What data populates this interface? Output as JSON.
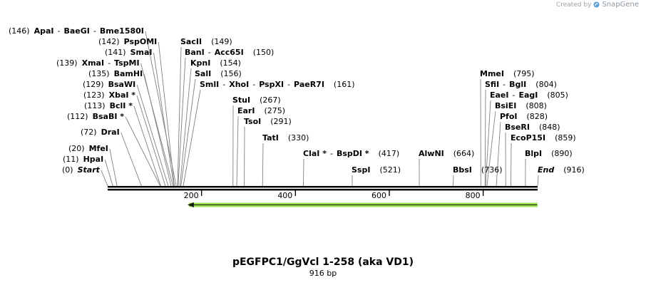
{
  "credit": {
    "prefix": "Created by",
    "brand": "SnapGene",
    "logo_icon": "snapgene-logo-icon"
  },
  "map": {
    "name": "pEGFPC1/GgVcl 1-258 (aka VD1)",
    "length_label": "916 bp",
    "length": 916,
    "ticks": [
      {
        "pos": 200,
        "label": "200"
      },
      {
        "pos": 400,
        "label": "400"
      },
      {
        "pos": 600,
        "label": "600"
      },
      {
        "pos": 800,
        "label": "800"
      }
    ],
    "feature": {
      "start": 170,
      "end": 916,
      "direction": "reverse",
      "color": "#9be04a"
    },
    "sites": [
      {
        "pos": 146,
        "pos_label": "(146)",
        "names": [
          "ApaI",
          "BaeGI",
          "Bme1580I"
        ],
        "side": "left"
      },
      {
        "pos": 142,
        "pos_label": "(142)",
        "names": [
          "PspOMI"
        ],
        "side": "left"
      },
      {
        "pos": 141,
        "pos_label": "(141)",
        "names": [
          "SmaI"
        ],
        "side": "left"
      },
      {
        "pos": 139,
        "pos_label": "(139)",
        "names": [
          "XmaI",
          "TspMI"
        ],
        "side": "left"
      },
      {
        "pos": 135,
        "pos_label": "(135)",
        "names": [
          "BamHI"
        ],
        "side": "left"
      },
      {
        "pos": 129,
        "pos_label": "(129)",
        "names": [
          "BsaWI"
        ],
        "side": "left"
      },
      {
        "pos": 123,
        "pos_label": "(123)",
        "names": [
          "XbaI *"
        ],
        "side": "left"
      },
      {
        "pos": 113,
        "pos_label": "(113)",
        "names": [
          "BclI *"
        ],
        "side": "left"
      },
      {
        "pos": 112,
        "pos_label": "(112)",
        "names": [
          "BsaBI *"
        ],
        "side": "left"
      },
      {
        "pos": 72,
        "pos_label": "(72)",
        "names": [
          "DraI"
        ],
        "side": "left"
      },
      {
        "pos": 20,
        "pos_label": "(20)",
        "names": [
          "MfeI"
        ],
        "side": "left"
      },
      {
        "pos": 11,
        "pos_label": "(11)",
        "names": [
          "HpaI"
        ],
        "side": "left"
      },
      {
        "pos": 0,
        "pos_label": "(0)",
        "names": [
          "Start"
        ],
        "side": "left",
        "italic": true
      },
      {
        "pos": 149,
        "pos_label": "(149)",
        "names": [
          "SacII"
        ],
        "side": "right"
      },
      {
        "pos": 150,
        "pos_label": "(150)",
        "names": [
          "BanI",
          "Acc65I"
        ],
        "side": "right"
      },
      {
        "pos": 154,
        "pos_label": "(154)",
        "names": [
          "KpnI"
        ],
        "side": "right"
      },
      {
        "pos": 156,
        "pos_label": "(156)",
        "names": [
          "SalI"
        ],
        "side": "right"
      },
      {
        "pos": 161,
        "pos_label": "(161)",
        "names": [
          "SmlI",
          "XhoI",
          "PspXI",
          "PaeR7I"
        ],
        "side": "right"
      },
      {
        "pos": 267,
        "pos_label": "(267)",
        "names": [
          "StuI"
        ],
        "side": "right"
      },
      {
        "pos": 275,
        "pos_label": "(275)",
        "names": [
          "EarI"
        ],
        "side": "right"
      },
      {
        "pos": 291,
        "pos_label": "(291)",
        "names": [
          "TsoI"
        ],
        "side": "right"
      },
      {
        "pos": 330,
        "pos_label": "(330)",
        "names": [
          "TatI"
        ],
        "side": "right"
      },
      {
        "pos": 417,
        "pos_label": "(417)",
        "names": [
          "ClaI *",
          "BspDI *"
        ],
        "side": "right"
      },
      {
        "pos": 521,
        "pos_label": "(521)",
        "names": [
          "SspI"
        ],
        "side": "right"
      },
      {
        "pos": 664,
        "pos_label": "(664)",
        "names": [
          "AlwNI"
        ],
        "side": "right"
      },
      {
        "pos": 736,
        "pos_label": "(736)",
        "names": [
          "BbsI"
        ],
        "side": "right"
      },
      {
        "pos": 795,
        "pos_label": "(795)",
        "names": [
          "MmeI"
        ],
        "side": "right"
      },
      {
        "pos": 804,
        "pos_label": "(804)",
        "names": [
          "SfiI",
          "BglI"
        ],
        "side": "right"
      },
      {
        "pos": 805,
        "pos_label": "(805)",
        "names": [
          "EaeI",
          "EagI"
        ],
        "side": "right"
      },
      {
        "pos": 808,
        "pos_label": "(808)",
        "names": [
          "BsiEI"
        ],
        "side": "right"
      },
      {
        "pos": 828,
        "pos_label": "(828)",
        "names": [
          "PfoI"
        ],
        "side": "right"
      },
      {
        "pos": 848,
        "pos_label": "(848)",
        "names": [
          "BseRI"
        ],
        "side": "right"
      },
      {
        "pos": 859,
        "pos_label": "(859)",
        "names": [
          "EcoP15I"
        ],
        "side": "right"
      },
      {
        "pos": 890,
        "pos_label": "(890)",
        "names": [
          "BlpI"
        ],
        "side": "right"
      },
      {
        "pos": 916,
        "pos_label": "(916)",
        "names": [
          "End"
        ],
        "side": "right",
        "italic": true
      }
    ]
  }
}
